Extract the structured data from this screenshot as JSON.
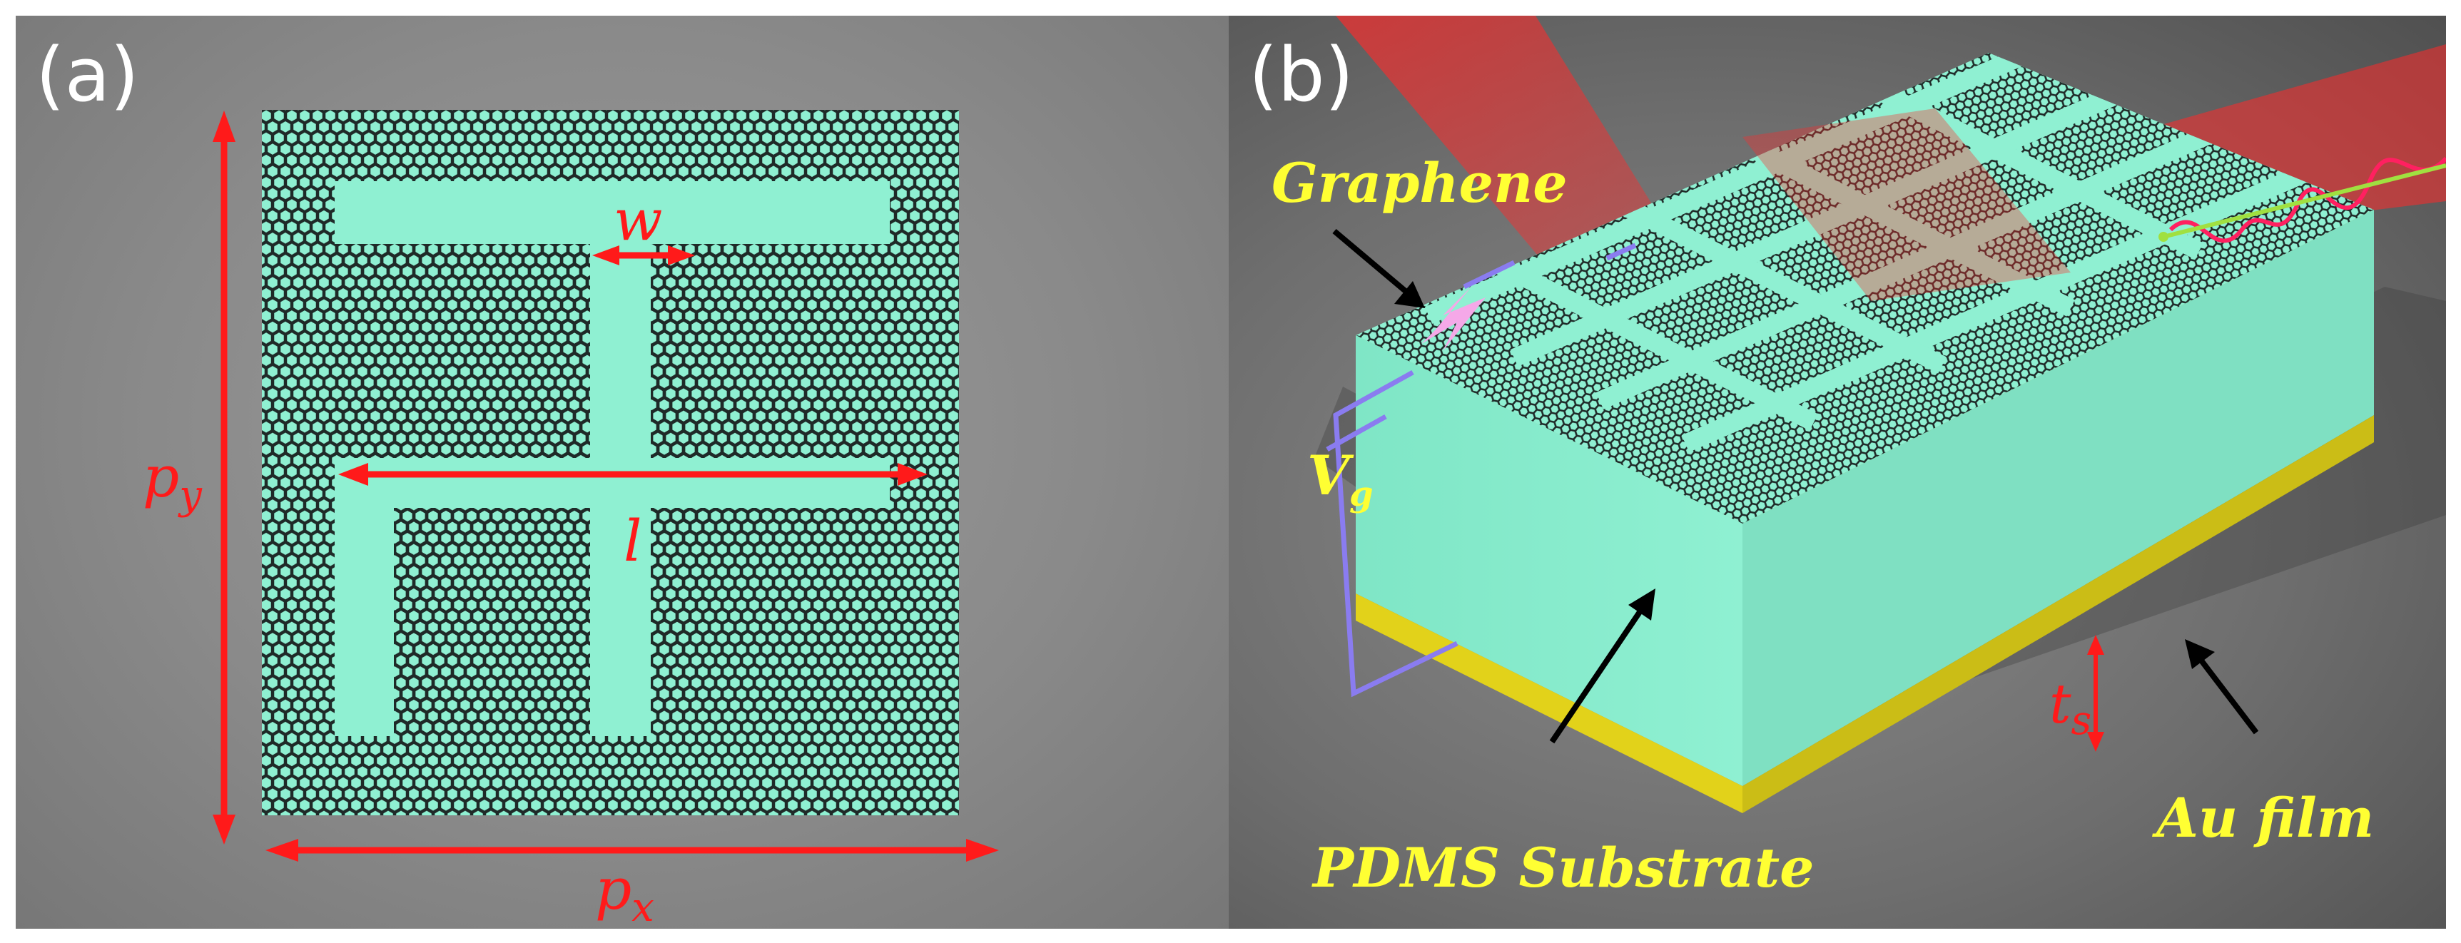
{
  "panel_a": {
    "label": "(a)",
    "w": "w",
    "l": "l",
    "py_main": "p",
    "py_sub": "y",
    "px_main": "p",
    "px_sub": "x"
  },
  "panel_b": {
    "label": "(b)",
    "graphene": "Graphene",
    "vg_main": "V",
    "vg_sub": "g",
    "ts_main": "t",
    "ts_sub": "s",
    "pdms": "PDMS Substrate",
    "au": "Au film"
  },
  "colors": {
    "substrate": "#8ff0d2",
    "lattice": "#1f2a28",
    "dimension_arrow": "#ff1a1a",
    "label_yellow": "#ffff33",
    "gold_film": "#e2d21a",
    "beam": "#ff2020",
    "wire": "#8a7cf0",
    "source_symbol": "#f5a8e8"
  }
}
